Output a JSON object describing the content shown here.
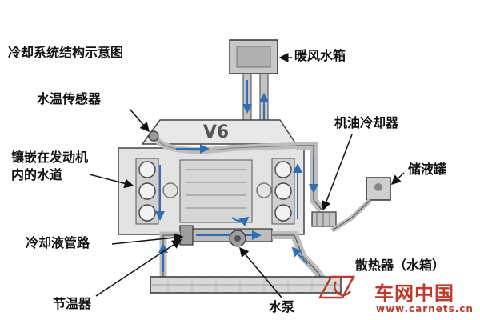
{
  "title": "冷却系统结构示意图",
  "labels": {
    "heater_core": "暖风水箱",
    "coolant_temp_sensor": "水温传感器",
    "engine_water_jacket": "镶嵌在发动机\n内的水道",
    "oil_cooler": "机油冷却器",
    "reservoir": "储液罐",
    "coolant_pipes": "冷却液管路",
    "radiator": "散热器（水箱）",
    "thermostat": "节温器",
    "water_pump": "水泵"
  },
  "engine_badge": "V6",
  "watermark": {
    "brand": "车网中国",
    "url": "www.carnets.cn"
  },
  "colors": {
    "label_text": "#111111",
    "pipe_fill": "#bdbdbd",
    "flow_arrow": "#2f6db5",
    "watermark": "#c0392b"
  }
}
